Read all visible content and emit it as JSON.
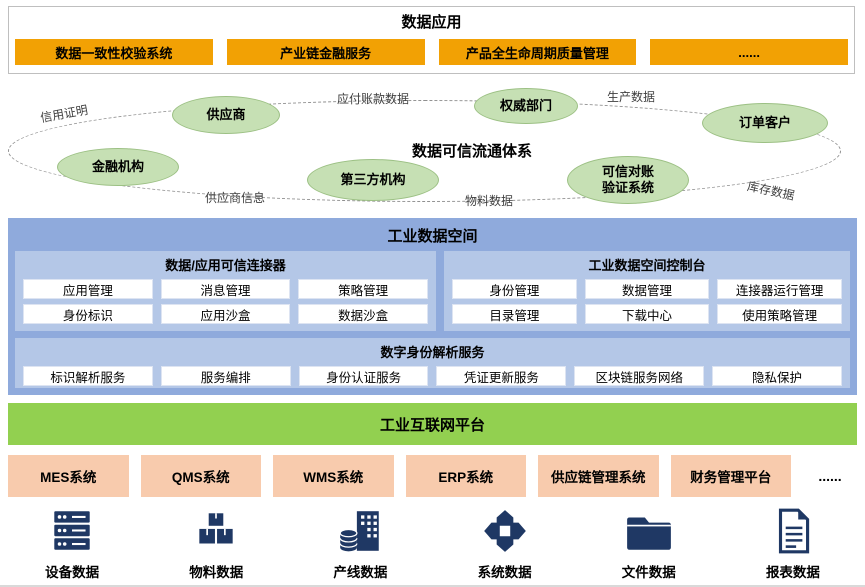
{
  "top": {
    "title": "数据应用",
    "apps": [
      "数据一致性校验系统",
      "产业链金融服务",
      "产品全生命周期质量管理",
      "......"
    ]
  },
  "flow": {
    "title": "数据可信流通体系",
    "nodes": [
      "供应商",
      "权威部门",
      "订单客户",
      "金融机构",
      "第三方机构",
      "可信对账验证系统"
    ],
    "labels": [
      "信用证明",
      "应付账款数据",
      "生产数据",
      "供应商信息",
      "物料数据",
      "库存数据"
    ]
  },
  "space": {
    "title": "工业数据空间",
    "connector": {
      "title": "数据/应用可信连接器",
      "items": [
        "应用管理",
        "消息管理",
        "策略管理",
        "身份标识",
        "应用沙盒",
        "数据沙盒"
      ]
    },
    "console": {
      "title": "工业数据空间控制台",
      "items": [
        "身份管理",
        "数据管理",
        "连接器运行管理",
        "目录管理",
        "下载中心",
        "使用策略管理"
      ]
    },
    "identity": {
      "title": "数字身份解析服务",
      "items": [
        "标识解析服务",
        "服务编排",
        "身份认证服务",
        "凭证更新服务",
        "区块链服务网络",
        "隐私保护"
      ]
    }
  },
  "platform": {
    "title": "工业互联网平台"
  },
  "systems": [
    "MES系统",
    "QMS系统",
    "WMS系统",
    "ERP系统",
    "供应链管理系统",
    "财务管理平台",
    "......"
  ],
  "sources": [
    {
      "label": "设备数据",
      "icon": "server-rack-icon"
    },
    {
      "label": "物料数据",
      "icon": "boxes-icon"
    },
    {
      "label": "产线数据",
      "icon": "production-line-icon"
    },
    {
      "label": "系统数据",
      "icon": "system-modules-icon"
    },
    {
      "label": "文件数据",
      "icon": "folder-icon"
    },
    {
      "label": "报表数据",
      "icon": "report-icon"
    }
  ],
  "colors": {
    "app_box": "#F2A104",
    "node_fill": "#C6E0B4",
    "node_border": "#9CC084",
    "space_bg": "#8FAADC",
    "panel_bg": "#B4C7E7",
    "platform_bg": "#92D050",
    "system_box": "#F8CBAD",
    "icon": "#1F3864"
  }
}
